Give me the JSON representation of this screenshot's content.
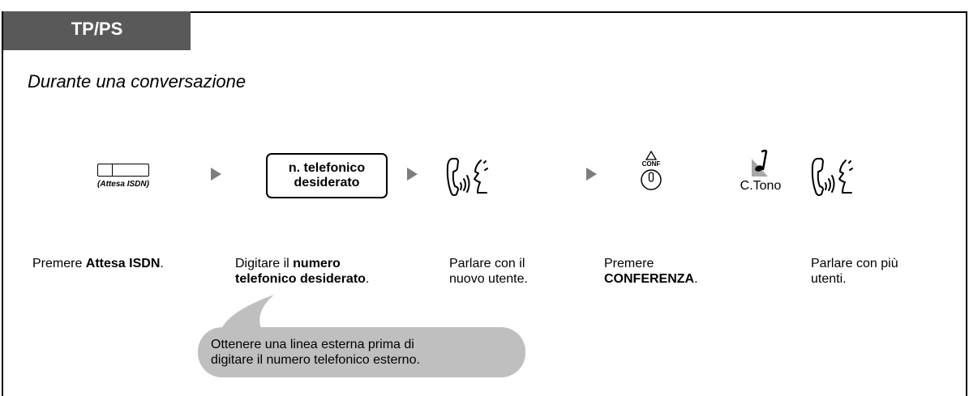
{
  "mode_tab": "TP/PS",
  "heading": "Durante una conversazione",
  "hold_key_caption": "(Attesa ISDN)",
  "number_box": {
    "line1": "n. telefonico",
    "line2": "desiderato"
  },
  "conf_label": "CONF",
  "tone_label": "C.Tono",
  "steps": {
    "s1_pre": "Premere ",
    "s1_bold": "Attesa ISDN",
    "s1_post": ".",
    "s2_pre": "Digitare il ",
    "s2_bold1": "numero",
    "s2_bold2": "telefonico desiderato",
    "s2_post": ".",
    "s3_line1": "Parlare con il",
    "s3_line2": "nuovo utente.",
    "s4_line1": "Premere",
    "s4_bold": "CONFERENZA",
    "s4_post": ".",
    "s5_line1": "Parlare con più",
    "s5_line2": "utenti."
  },
  "bubble": {
    "line1": "Ottenere una linea esterna prima di",
    "line2": "digitare il numero telefonico esterno."
  },
  "icons": [
    "hold-key-icon",
    "arrow-icon",
    "talk-icon",
    "conf-button-icon",
    "tone-icon"
  ]
}
